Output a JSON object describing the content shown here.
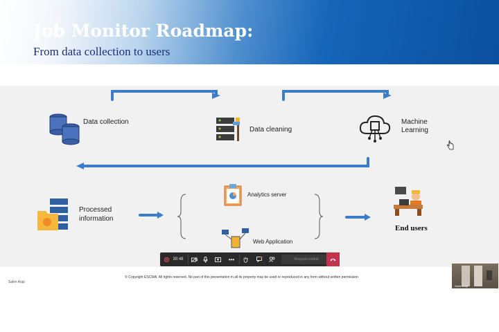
{
  "slide": {
    "title": "Job Monitor Roadmap:",
    "subtitle": "From data collection to users"
  },
  "diagram": {
    "nodes": {
      "data_collection": "Data collection",
      "data_cleaning": "Data cleaning",
      "machine_learning_line1": "Machine",
      "machine_learning_line2": "Learning",
      "processed_line1": "Processed",
      "processed_line2": "information",
      "analytics_server": "Analytics server",
      "web_application": "Web Application",
      "end_users": "End users"
    },
    "icons": [
      "database-icon",
      "server-brush-icon",
      "cloud-chip-icon",
      "folder-server-icon",
      "clipboard-chart-icon",
      "network-icon",
      "desk-user-icon"
    ]
  },
  "footer": {
    "copyright": "© Copyright ESCWA. All rights reserved. No part of this presentation in all its property may be used or reproduced in any form without written permission",
    "presenter": "Salim Araji"
  },
  "meeting_toolbar": {
    "timer": "30:48",
    "request_control": "Request control"
  },
  "video": {
    "name": "Salim Araji"
  }
}
